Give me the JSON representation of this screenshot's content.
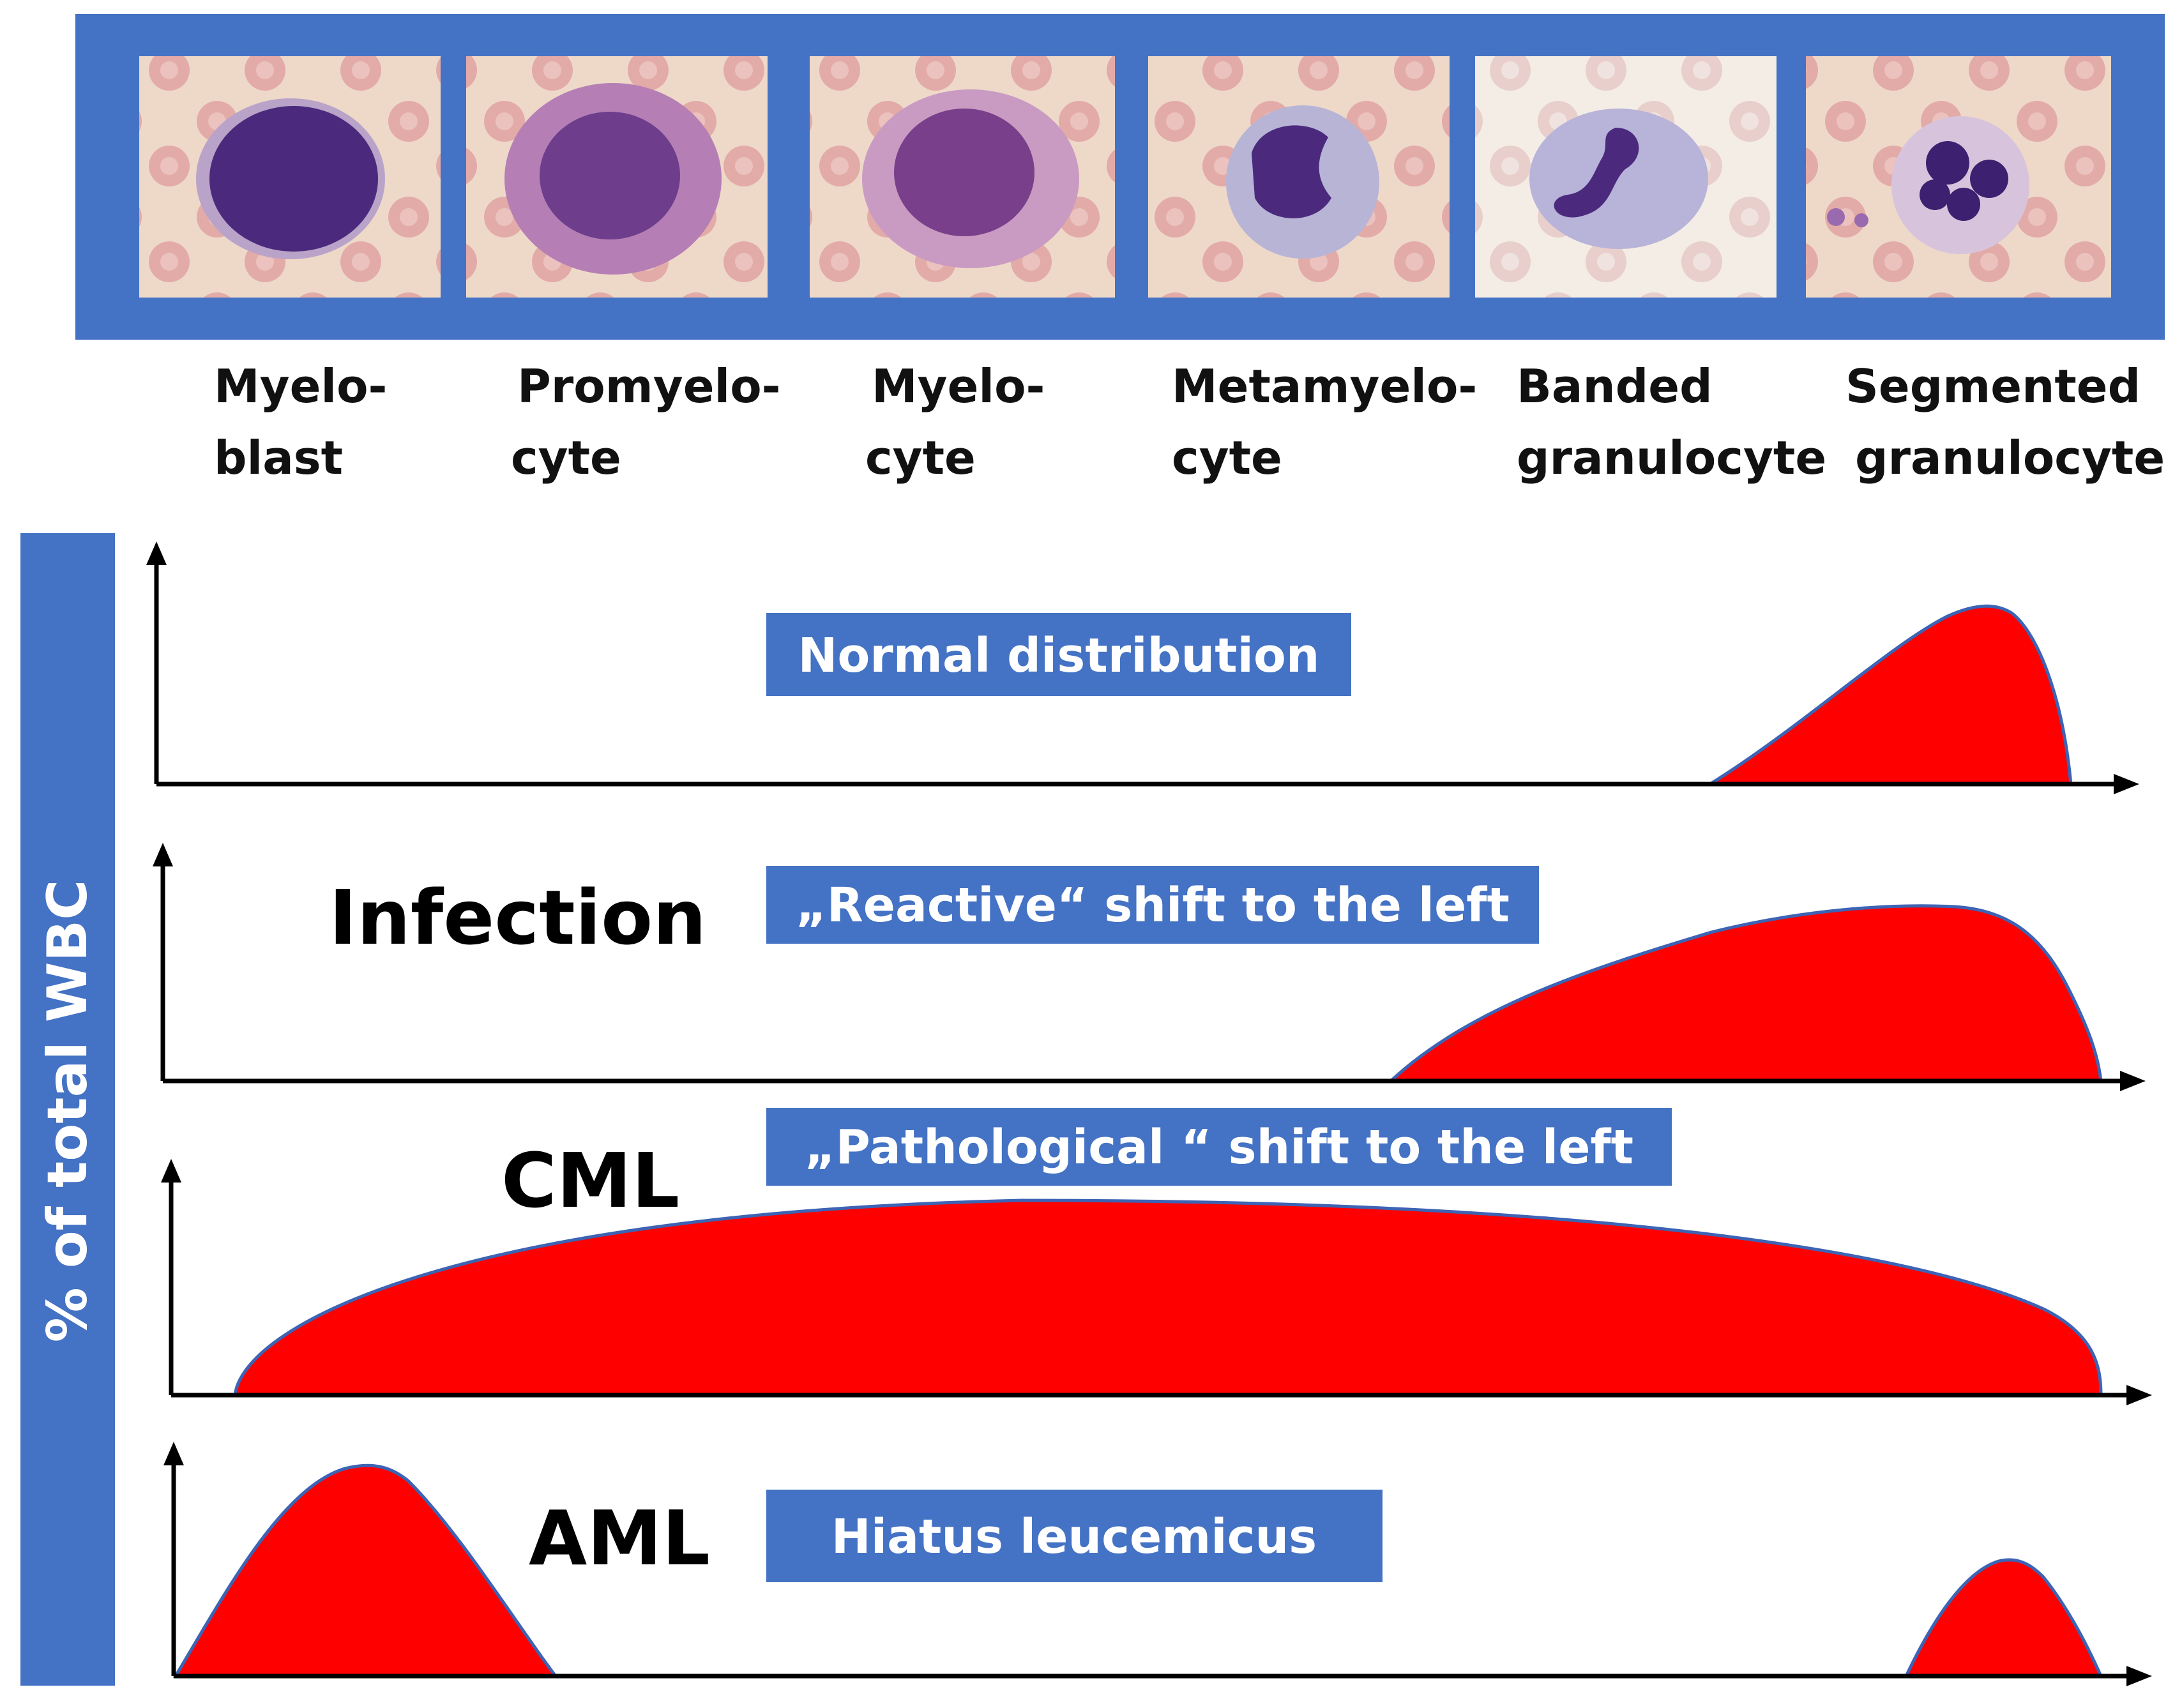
{
  "colors": {
    "frame_blue": "#4472C4",
    "curve_red": "#FF0000",
    "curve_edge": "#3D63B4",
    "axis": "#000000",
    "box_text": "#FFFFFF",
    "smear_bg": "#EED9C9",
    "rbc": "#E0A7A4",
    "nucleus": "#4B2A7D",
    "cytoplasm": "#C79AC4"
  },
  "cells": [
    {
      "line1": "Myelo-",
      "line2": "blast",
      "icon": "myeloblast-image"
    },
    {
      "line1": "Promyelo-",
      "line2": "cyte",
      "icon": "promyelocyte-image"
    },
    {
      "line1": "Myelo-",
      "line2": "cyte",
      "icon": "myelocyte-image"
    },
    {
      "line1": "Metamyelo-",
      "line2": "cyte",
      "icon": "metamyelocyte-image"
    },
    {
      "line1": "Banded",
      "line2": "granulocyte",
      "icon": "banded-granulocyte-image"
    },
    {
      "line1": "Segmented",
      "line2": "granulocyte",
      "icon": "segmented-granulocyte-image"
    }
  ],
  "y_axis_label": "%  of total WBC",
  "panels": [
    {
      "disease": "",
      "box": "Normal distribution"
    },
    {
      "disease": "Infection",
      "box": "„Reactive“ shift to the left"
    },
    {
      "disease": "CML",
      "box": "„Pathological “ shift to the left"
    },
    {
      "disease": "AML",
      "box": "Hiatus leucemicus"
    }
  ]
}
